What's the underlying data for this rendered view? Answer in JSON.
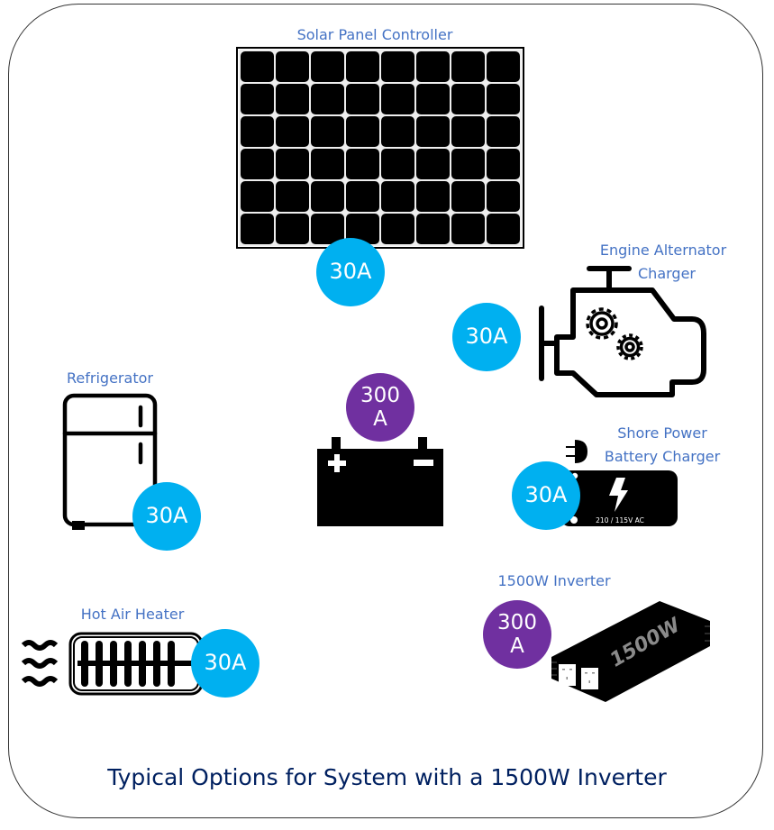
{
  "title": "Typical Options for System with a 1500W Inverter",
  "colors": {
    "label": "#4472c4",
    "title": "#002060",
    "badge_small": "#00b0f0",
    "badge_large": "#7030a0"
  },
  "components": {
    "solar": {
      "label": "Solar Panel Controller",
      "amps": "30A",
      "icon": "solar-panel-icon"
    },
    "engine": {
      "label_line1": "Engine Alternator",
      "label_line2": "Charger",
      "amps": "30A",
      "icon": "engine-gears-icon"
    },
    "battery": {
      "amps": "300\nA",
      "icon": "battery-icon",
      "plus": "+",
      "minus": "−"
    },
    "fridge": {
      "label": "Refrigerator",
      "amps": "30A",
      "icon": "refrigerator-icon"
    },
    "shore": {
      "label_line1": "Shore Power",
      "label_line2": "Battery Charger",
      "amps": "30A",
      "icon": "battery-charger-icon",
      "rating_text": "210 / 115V AC"
    },
    "inverter": {
      "label": "1500W Inverter",
      "amps": "300\nA",
      "icon": "inverter-icon",
      "device_text": "1500W"
    },
    "heater": {
      "label": "Hot Air Heater",
      "amps": "30A",
      "icon": "heater-icon"
    }
  }
}
